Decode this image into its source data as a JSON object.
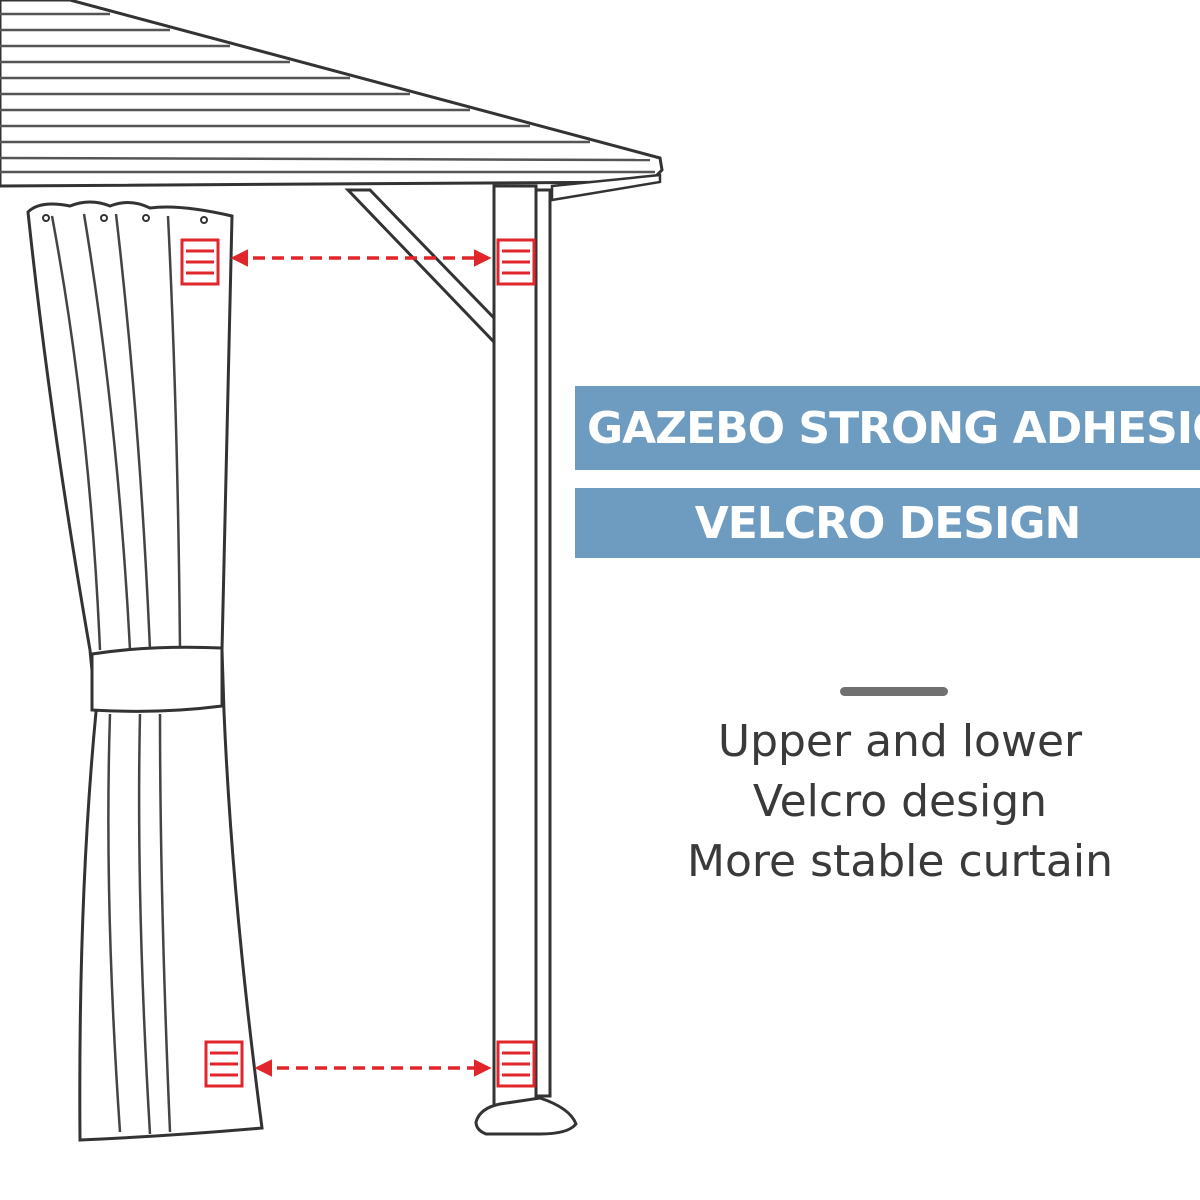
{
  "banners": {
    "line1": "GAZEBO STRONG ADHESION",
    "line2": "VELCRO DESIGN"
  },
  "caption": {
    "line1": "Upper and lower",
    "line2": "Velcro design",
    "line3": "More stable curtain"
  },
  "colors": {
    "banner": "#6d9cc0",
    "banner_text": "#ffffff",
    "velcro_marker": "#e0262b",
    "caption_text": "#3a3a3a",
    "divider": "#707070"
  },
  "icons": {
    "gazebo_roof": "roof-icon",
    "curtain": "curtain-icon",
    "post": "post-icon",
    "velcro_patch": "velcro-patch-icon",
    "arrow": "double-arrow-icon"
  }
}
